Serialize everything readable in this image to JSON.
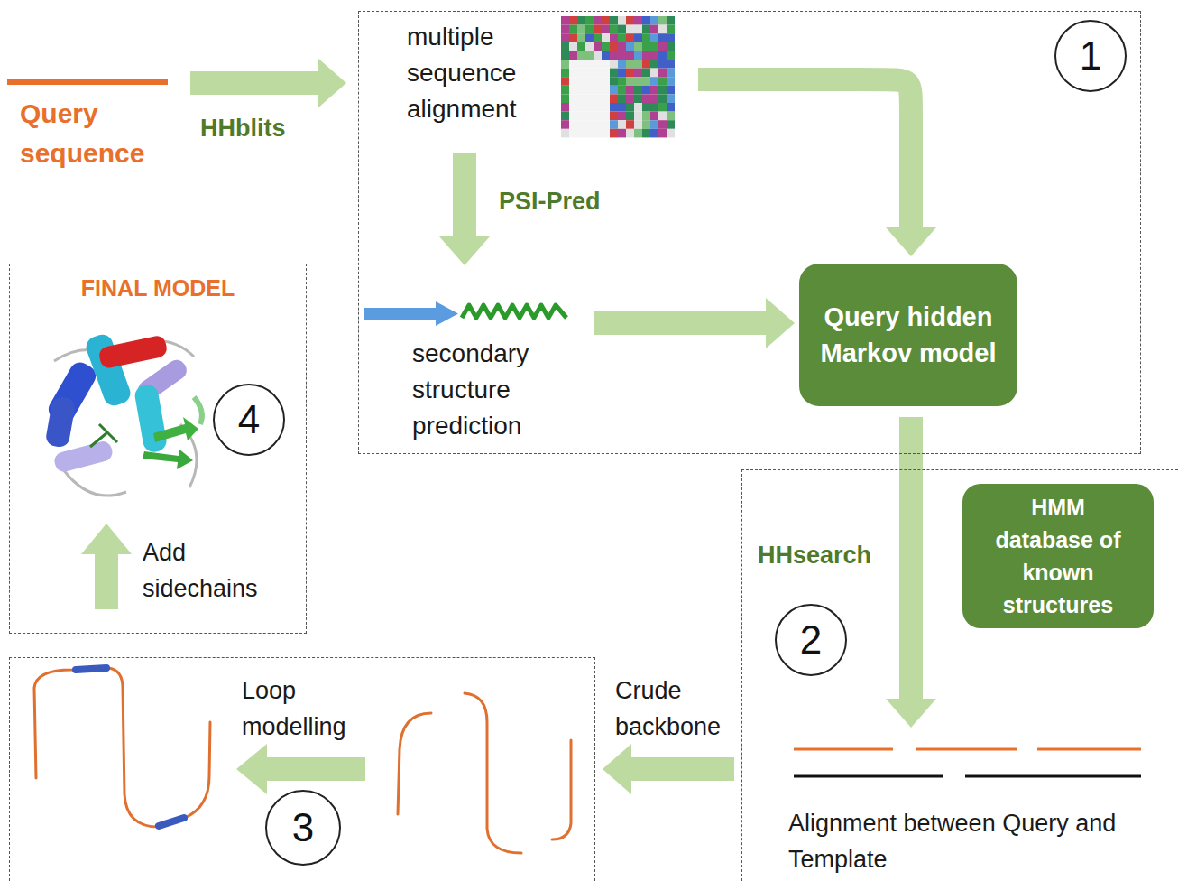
{
  "diagram": {
    "nodes": [
      {
        "text": [
          "Query sequence"
        ]
      },
      {
        "text": [
          "1"
        ]
      },
      {
        "text": [
          "multiple sequence alignment"
        ],
        "in": 1
      },
      {
        "text": [
          "secondary structure prediction"
        ],
        "in": 1
      },
      {
        "text": [
          "Query hidden Markov model"
        ],
        "in": 1
      },
      {
        "text": [
          "FINAL MODEL",
          "4"
        ]
      },
      {
        "text": [
          "2"
        ]
      },
      {
        "text": [
          "HMM database of known structures"
        ],
        "in": 6
      },
      {
        "text": [
          "Alignment between Query and Template"
        ],
        "in": 6
      },
      {
        "text": [
          "3"
        ]
      }
    ],
    "edges": [
      {
        "from": 0,
        "to": 2,
        "label": "HHblits",
        "arrow": "to"
      },
      {
        "from": 2,
        "to": 3,
        "label": "PSI-Pred",
        "arrow": "to"
      },
      {
        "from": 2,
        "to": 4,
        "arrow": "to"
      },
      {
        "from": 3,
        "to": 4,
        "arrow": "to"
      },
      {
        "from": 4,
        "to": 8,
        "label": "HHsearch",
        "arrow": "to"
      },
      {
        "from": 8,
        "to": 9,
        "label": "Crude backbone",
        "arrow": "to"
      }
    ],
    "labels": [
      "Loop modelling",
      "Add sidechains"
    ]
  }
}
